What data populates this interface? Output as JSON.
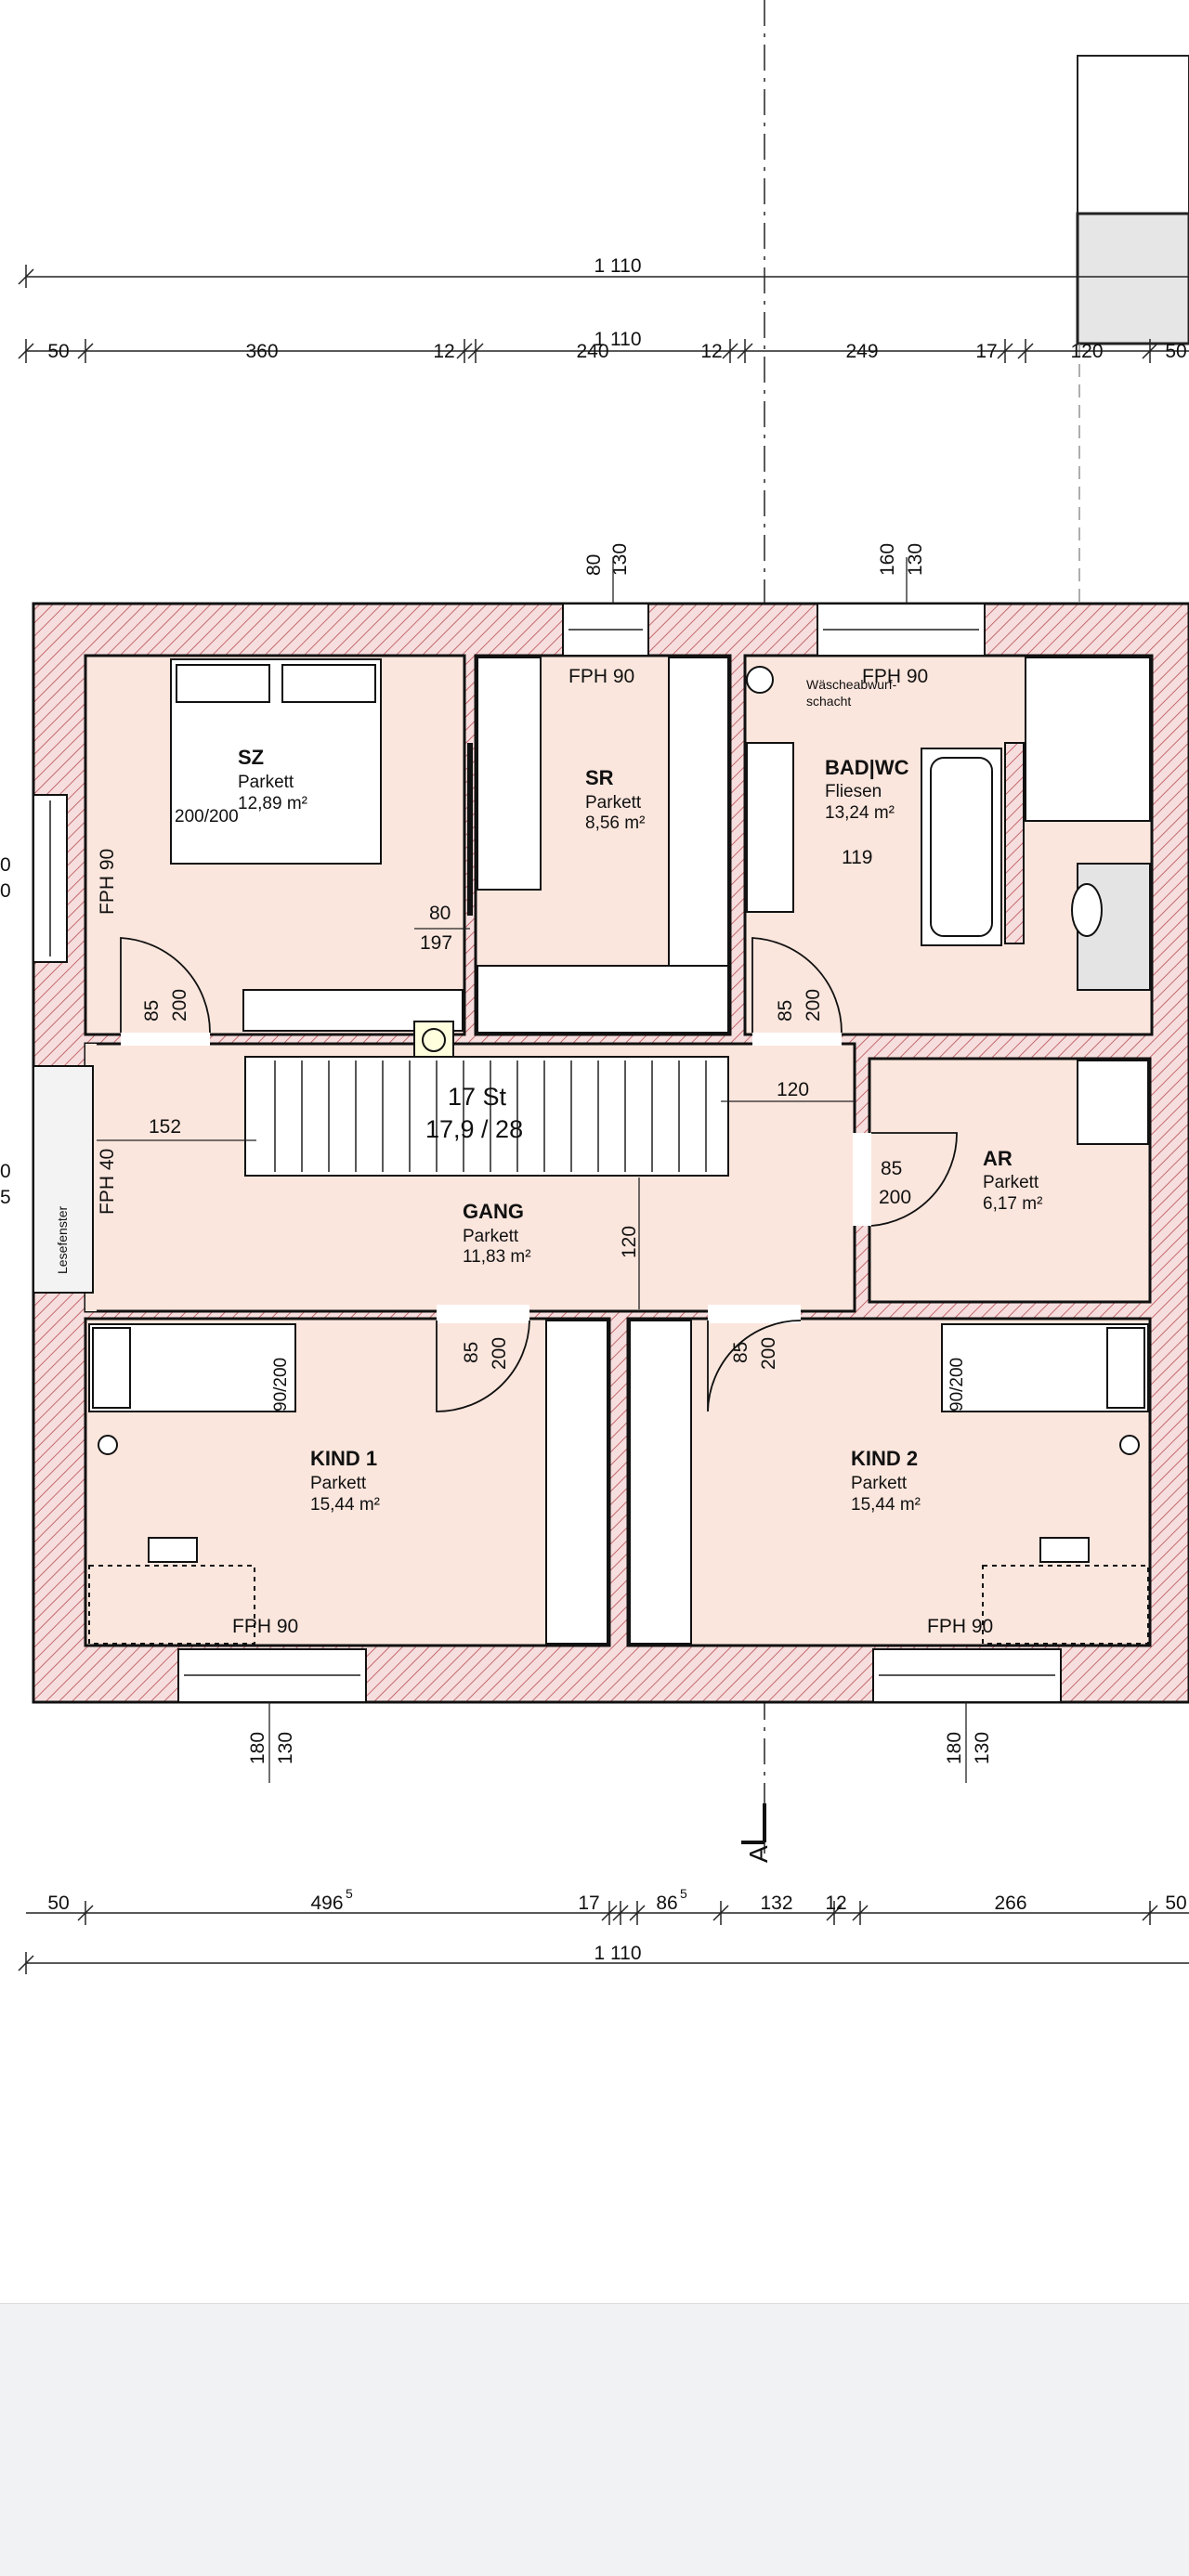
{
  "colors": {
    "room_fill": "#fbe6dd",
    "wall_hatch": "#c26a6e",
    "outline": "#111111",
    "page_bg": "#f1f2f4"
  },
  "dims_top": {
    "total": "1 110",
    "total2": "1 110",
    "seg": [
      "50",
      "360",
      "12",
      "240",
      "12",
      "249",
      "17",
      "120",
      "50"
    ]
  },
  "dims_bottom": {
    "seg": [
      "50",
      "496",
      "17",
      "86",
      "132",
      "12",
      "266",
      "50"
    ],
    "sup5": "5",
    "total": "1 110"
  },
  "section_label": "A",
  "rooms": {
    "sz": {
      "name": "SZ",
      "floor": "Parkett",
      "area": "12,89 m²",
      "bed": "200/200"
    },
    "sr": {
      "name": "SR",
      "floor": "Parkett",
      "area": "8,56 m²"
    },
    "bad": {
      "name": "BAD|WC",
      "floor": "Fliesen",
      "area": "13,24 m²",
      "shaft_1": "Wäscheabwurf-",
      "shaft_2": "schacht",
      "dim": "119"
    },
    "gang": {
      "name": "GANG",
      "floor": "Parkett",
      "area": "11,83 m²"
    },
    "ar": {
      "name": "AR",
      "floor": "Parkett",
      "area": "6,17 m²"
    },
    "kind1": {
      "name": "KIND 1",
      "floor": "Parkett",
      "area": "15,44 m²",
      "bed": "90/200"
    },
    "kind2": {
      "name": "KIND 2",
      "floor": "Parkett",
      "area": "15,44 m²",
      "bed": "90/200"
    }
  },
  "stairs": {
    "steps": "17 St",
    "ratio": "17,9 / 28"
  },
  "windows": {
    "fph90": "FPH 90",
    "fph40": "FPH 40",
    "lese": "Lesefenster",
    "w80": "80",
    "w130": "130",
    "w160": "160",
    "w180": "180",
    "l0": "0",
    "l5": "5"
  },
  "doors": {
    "d85": "85",
    "d200": "200",
    "d80": "80",
    "d197": "197",
    "d120": "120",
    "d152": "152"
  }
}
